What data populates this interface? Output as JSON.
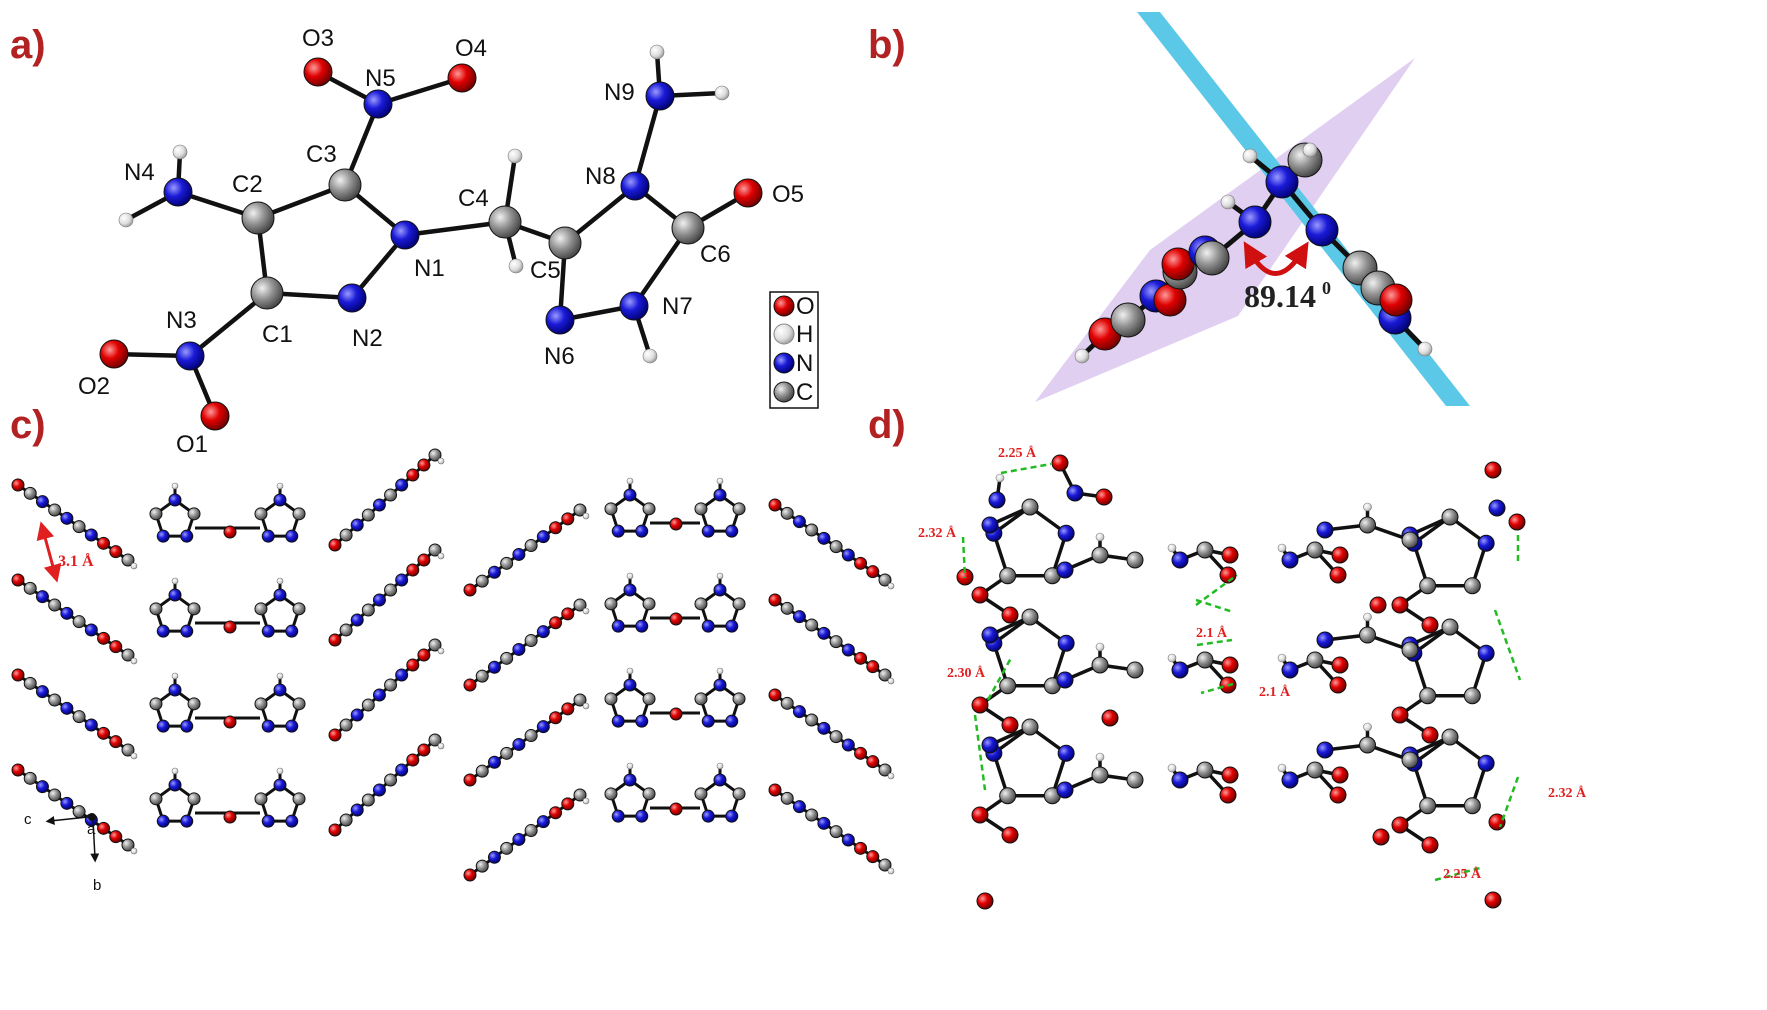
{
  "panels": {
    "a": {
      "label": "a)"
    },
    "b": {
      "label": "b)",
      "angle_text": "89.14",
      "angle_unit": "0"
    },
    "c": {
      "label": "c)",
      "spacing": "3.1 Å",
      "axes": {
        "c": "c",
        "a": "a",
        "b": "b"
      }
    },
    "d": {
      "label": "d)",
      "distances": [
        "2.25 Å",
        "2.32 Å",
        "2.30 Å",
        "2.1 Å",
        "2.1 Å",
        "2.32 Å",
        "2.25 Å"
      ]
    }
  },
  "atoms": {
    "O3": "O3",
    "O4": "O4",
    "N5": "N5",
    "N9": "N9",
    "N4": "N4",
    "C2": "C2",
    "C3": "C3",
    "C4": "C4",
    "N8": "N8",
    "O5": "O5",
    "N1": "N1",
    "C5": "C5",
    "C6": "C6",
    "N3": "N3",
    "C1": "C1",
    "N7": "N7",
    "N2": "N2",
    "N6": "N6",
    "O2": "O2",
    "O1": "O1"
  },
  "legend": [
    {
      "element": "O",
      "color": "#d40000"
    },
    {
      "element": "H",
      "color": "#d8d8d8"
    },
    {
      "element": "N",
      "color": "#1818d0"
    },
    {
      "element": "C",
      "color": "#8a8a8a"
    }
  ],
  "colors": {
    "oxygen": "#d40000",
    "nitrogen": "#1818d0",
    "carbon": "#8a8a8a",
    "hydrogen": "#e0e0e0",
    "plane_a": "#5bc8e8",
    "plane_b": "#c8a8e8",
    "hbond": "#22bb22",
    "label": "#b22222"
  }
}
